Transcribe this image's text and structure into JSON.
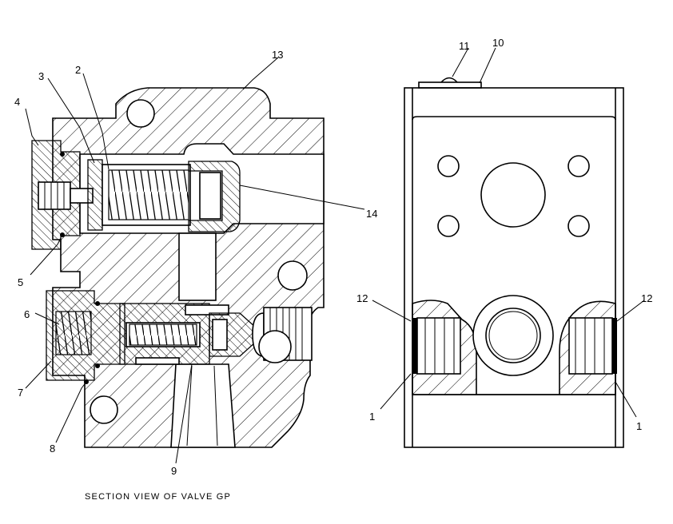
{
  "caption": "SECTION VIEW OF VALVE GP",
  "callouts": {
    "c1_left": "1",
    "c1_right": "1",
    "c2": "2",
    "c3": "3",
    "c4": "4",
    "c5": "5",
    "c6": "6",
    "c7": "7",
    "c8": "8",
    "c9": "9",
    "c10": "10",
    "c11": "11",
    "c12_left": "12",
    "c12_right": "12",
    "c13": "13",
    "c14": "14"
  }
}
